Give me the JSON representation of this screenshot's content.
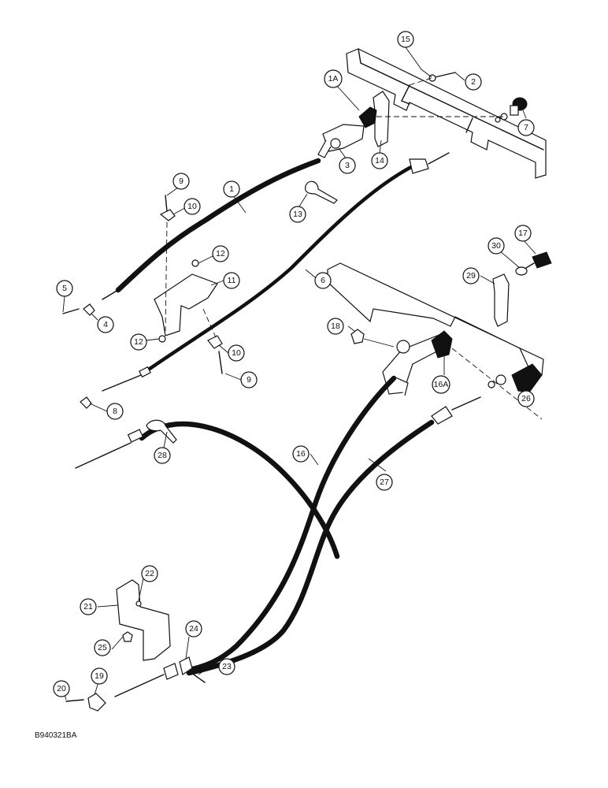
{
  "callouts": [
    {
      "id": "c-15",
      "label": "15"
    },
    {
      "id": "c-2",
      "label": "2"
    },
    {
      "id": "c-1a",
      "label": "1A"
    },
    {
      "id": "c-7",
      "label": "7"
    },
    {
      "id": "c-3",
      "label": "3"
    },
    {
      "id": "c-14",
      "label": "14"
    },
    {
      "id": "c-9a",
      "label": "9"
    },
    {
      "id": "c-1",
      "label": "1"
    },
    {
      "id": "c-10a",
      "label": "10"
    },
    {
      "id": "c-13",
      "label": "13"
    },
    {
      "id": "c-12a",
      "label": "12"
    },
    {
      "id": "c-11",
      "label": "11"
    },
    {
      "id": "c-6",
      "label": "6"
    },
    {
      "id": "c-5",
      "label": "5"
    },
    {
      "id": "c-4",
      "label": "4"
    },
    {
      "id": "c-12b",
      "label": "12"
    },
    {
      "id": "c-10b",
      "label": "10"
    },
    {
      "id": "c-9b",
      "label": "9"
    },
    {
      "id": "c-30",
      "label": "30"
    },
    {
      "id": "c-17",
      "label": "17"
    },
    {
      "id": "c-29",
      "label": "29"
    },
    {
      "id": "c-18",
      "label": "18"
    },
    {
      "id": "c-16a",
      "label": "16A"
    },
    {
      "id": "c-26",
      "label": "26"
    },
    {
      "id": "c-8",
      "label": "8"
    },
    {
      "id": "c-28",
      "label": "28"
    },
    {
      "id": "c-16",
      "label": "16"
    },
    {
      "id": "c-27",
      "label": "27"
    },
    {
      "id": "c-22",
      "label": "22"
    },
    {
      "id": "c-21",
      "label": "21"
    },
    {
      "id": "c-24",
      "label": "24"
    },
    {
      "id": "c-25",
      "label": "25"
    },
    {
      "id": "c-23",
      "label": "23"
    },
    {
      "id": "c-20",
      "label": "20"
    },
    {
      "id": "c-19",
      "label": "19"
    }
  ],
  "figure_code": "B940321BA"
}
